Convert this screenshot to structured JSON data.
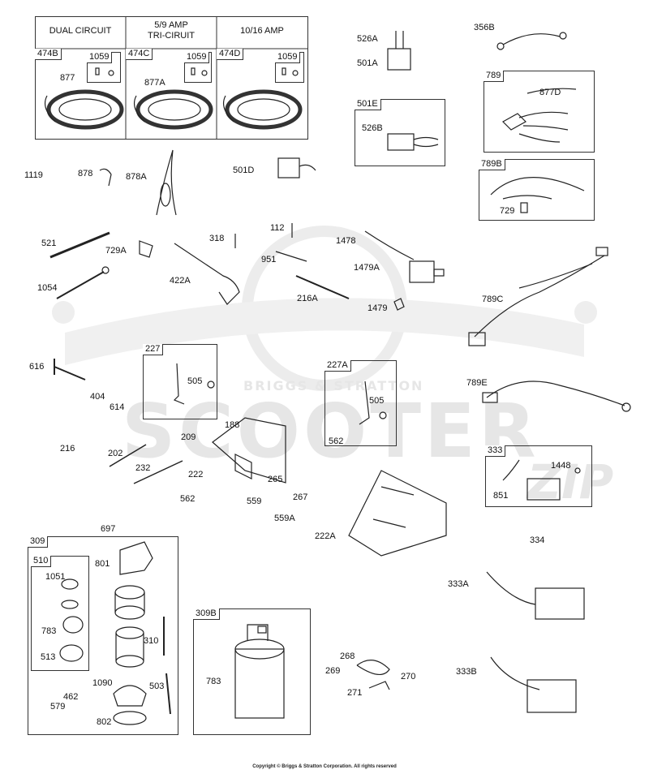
{
  "header_cells": [
    {
      "text": "DUAL CIRCUIT"
    },
    {
      "text": "5/9    AMP\nTRI-CIRUIT"
    },
    {
      "text": "10/16 AMP"
    }
  ],
  "watermark": {
    "brand": "BRIGGS & STRATTON",
    "word": "SCOOTER",
    "suffix": "ZIP"
  },
  "box_labels": {
    "b474b": "474B",
    "b474c": "474C",
    "b474d": "474D",
    "b1059a": "1059",
    "b1059b": "1059",
    "b1059c": "1059",
    "b501e": "501E",
    "b789": "789",
    "b789b": "789B",
    "b227": "227",
    "b227a": "227A",
    "b333": "333",
    "b309": "309",
    "b510": "510",
    "b309b": "309B"
  },
  "part_labels": [
    "877",
    "877A",
    "526A",
    "501A",
    "356B",
    "877D",
    "526B",
    "1119",
    "878",
    "878A",
    "501D",
    "729",
    "521",
    "729A",
    "318",
    "112",
    "1478",
    "951",
    "422A",
    "1479A",
    "1054",
    "216A",
    "1479",
    "789C",
    "616",
    "505",
    "404",
    "614",
    "505",
    "789E",
    "188",
    "562",
    "209",
    "216",
    "202",
    "232",
    "222",
    "265",
    "562",
    "559",
    "267",
    "559A",
    "1448",
    "851",
    "697",
    "222A",
    "334",
    "801",
    "1051",
    "333A",
    "783",
    "310",
    "513",
    "783",
    "268",
    "269",
    "270",
    "333B",
    "1090",
    "503",
    "462",
    "579",
    "271",
    "802"
  ],
  "copyright": "Copyright © Briggs & Stratton Corporation. All rights reserved"
}
